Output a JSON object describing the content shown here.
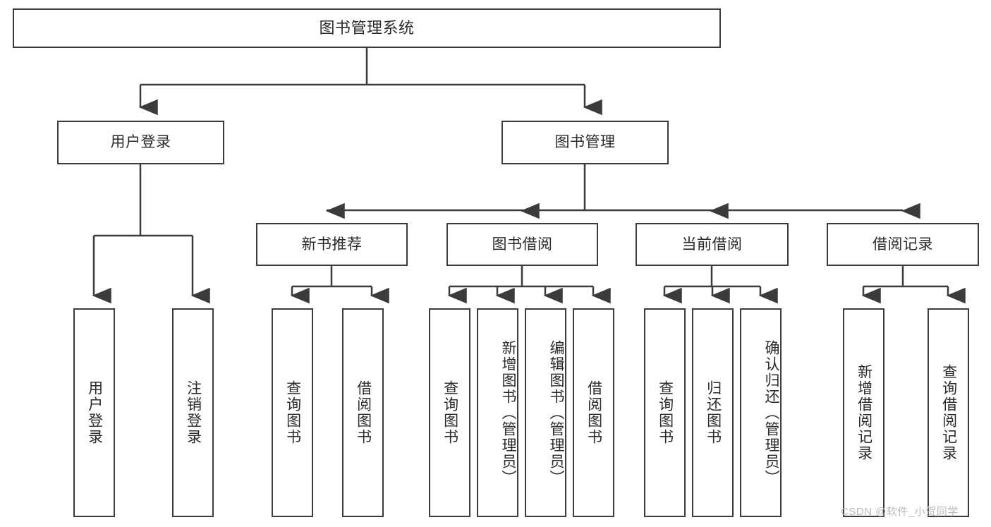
{
  "diagram": {
    "title": "图书管理系统",
    "type": "hierarchy-tree",
    "levels": 4,
    "colors": {
      "border": "#3b3b3b",
      "background": "#ffffff",
      "text": "#2b2b2b",
      "connector": "#3b3b3b",
      "watermark": "#b9b9b9"
    }
  },
  "nodes": {
    "root": {
      "label": "图书管理系统"
    },
    "level2": [
      {
        "label": "用户登录"
      },
      {
        "label": "图书管理"
      }
    ],
    "level3": [
      {
        "label": "新书推荐"
      },
      {
        "label": "图书借阅"
      },
      {
        "label": "当前借阅"
      },
      {
        "label": "借阅记录"
      }
    ],
    "leaves": {
      "user_login": [
        {
          "label": "用户登录"
        },
        {
          "label": "注销登录"
        }
      ],
      "new_book": [
        {
          "label": "查询图书"
        },
        {
          "label": "借阅图书"
        }
      ],
      "book_borrow": [
        {
          "label": "查询图书"
        },
        {
          "label": "新增图书（管理员）"
        },
        {
          "label": "编辑图书（管理员）"
        },
        {
          "label": "借阅图书"
        }
      ],
      "current_borrow": [
        {
          "label": "查询图书"
        },
        {
          "label": "归还图书"
        },
        {
          "label": "确认归还（管理员）"
        }
      ],
      "borrow_record": [
        {
          "label": "新增借阅记录"
        },
        {
          "label": "查询借阅记录"
        }
      ]
    }
  },
  "watermark": {
    "text": "CSDN @软件_小贺同学"
  }
}
